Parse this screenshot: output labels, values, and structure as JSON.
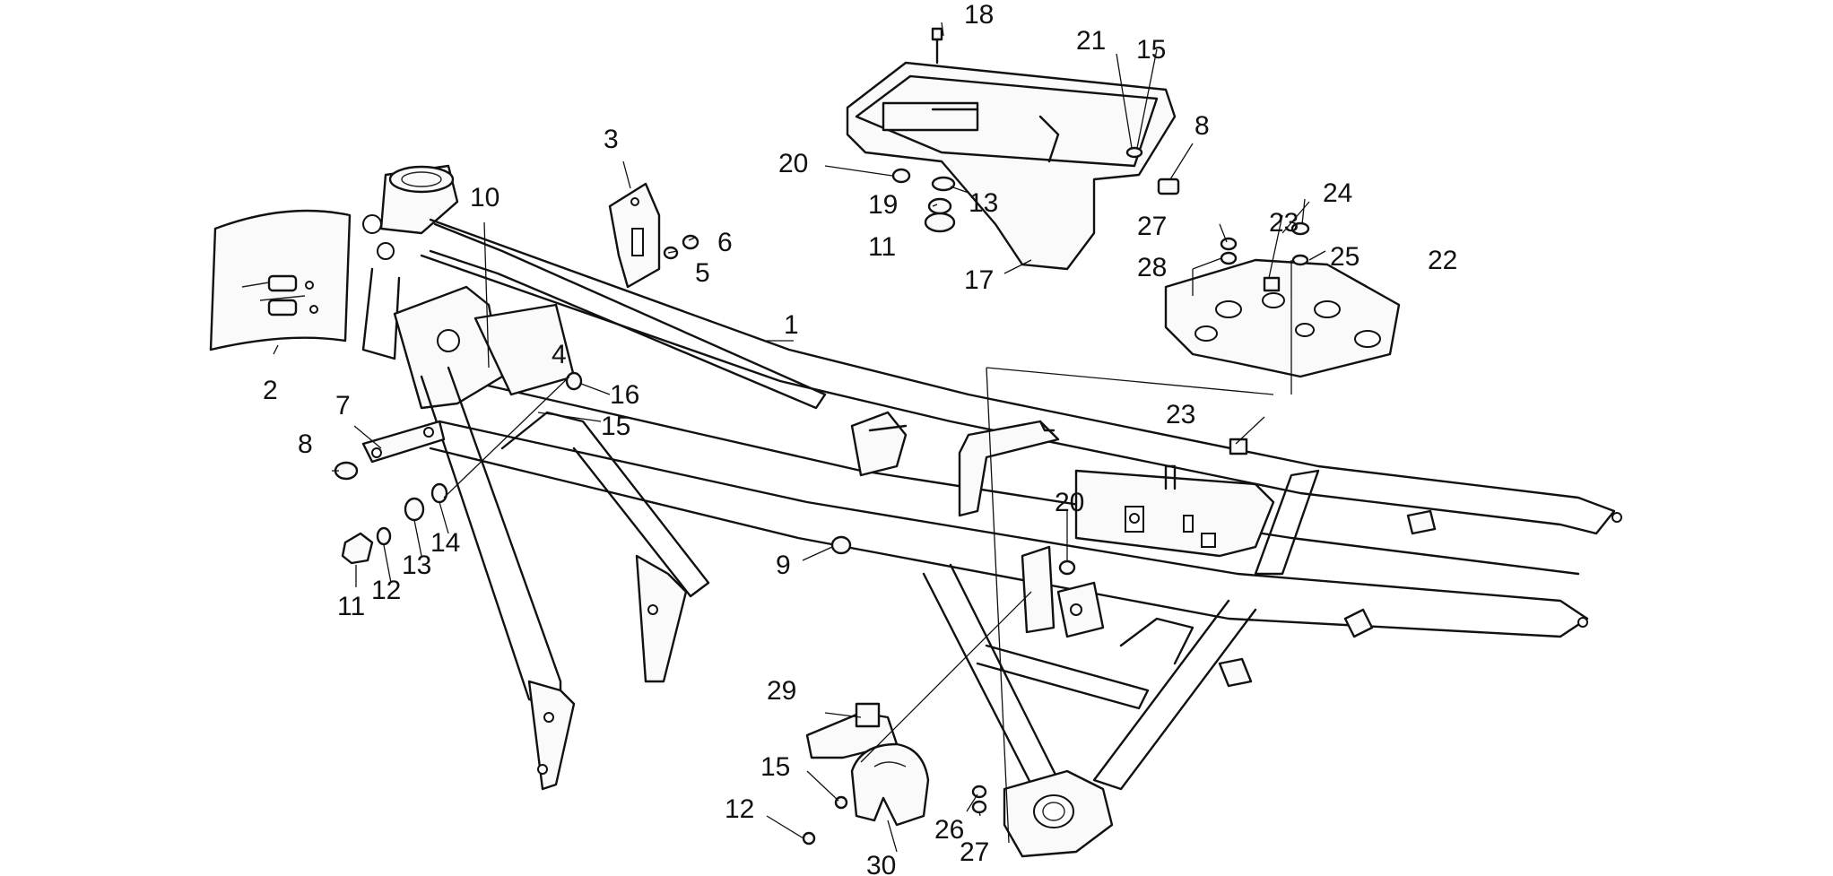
{
  "callouts": [
    {
      "id": "c1",
      "label": "1"
    },
    {
      "id": "c2",
      "label": "2"
    },
    {
      "id": "c3",
      "label": "3"
    },
    {
      "id": "c4",
      "label": "4"
    },
    {
      "id": "c5",
      "label": "5"
    },
    {
      "id": "c6",
      "label": "6"
    },
    {
      "id": "c7",
      "label": "7"
    },
    {
      "id": "c8a",
      "label": "8"
    },
    {
      "id": "c8b",
      "label": "8"
    },
    {
      "id": "c9",
      "label": "9"
    },
    {
      "id": "c10",
      "label": "10"
    },
    {
      "id": "c11a",
      "label": "11"
    },
    {
      "id": "c11b",
      "label": "11"
    },
    {
      "id": "c12a",
      "label": "12"
    },
    {
      "id": "c12b",
      "label": "12"
    },
    {
      "id": "c13a",
      "label": "13"
    },
    {
      "id": "c13b",
      "label": "13"
    },
    {
      "id": "c14",
      "label": "14"
    },
    {
      "id": "c15a",
      "label": "15"
    },
    {
      "id": "c15b",
      "label": "15"
    },
    {
      "id": "c15c",
      "label": "15"
    },
    {
      "id": "c16",
      "label": "16"
    },
    {
      "id": "c17",
      "label": "17"
    },
    {
      "id": "c18",
      "label": "18"
    },
    {
      "id": "c19",
      "label": "19"
    },
    {
      "id": "c20a",
      "label": "20"
    },
    {
      "id": "c20b",
      "label": "20"
    },
    {
      "id": "c21",
      "label": "21"
    },
    {
      "id": "c22",
      "label": "22"
    },
    {
      "id": "c23a",
      "label": "23"
    },
    {
      "id": "c23b",
      "label": "23"
    },
    {
      "id": "c24",
      "label": "24"
    },
    {
      "id": "c25",
      "label": "25"
    },
    {
      "id": "c26",
      "label": "26"
    },
    {
      "id": "c27a",
      "label": "27"
    },
    {
      "id": "c27b",
      "label": "27"
    },
    {
      "id": "c28",
      "label": "28"
    },
    {
      "id": "c29",
      "label": "29"
    },
    {
      "id": "c30",
      "label": "30"
    }
  ]
}
